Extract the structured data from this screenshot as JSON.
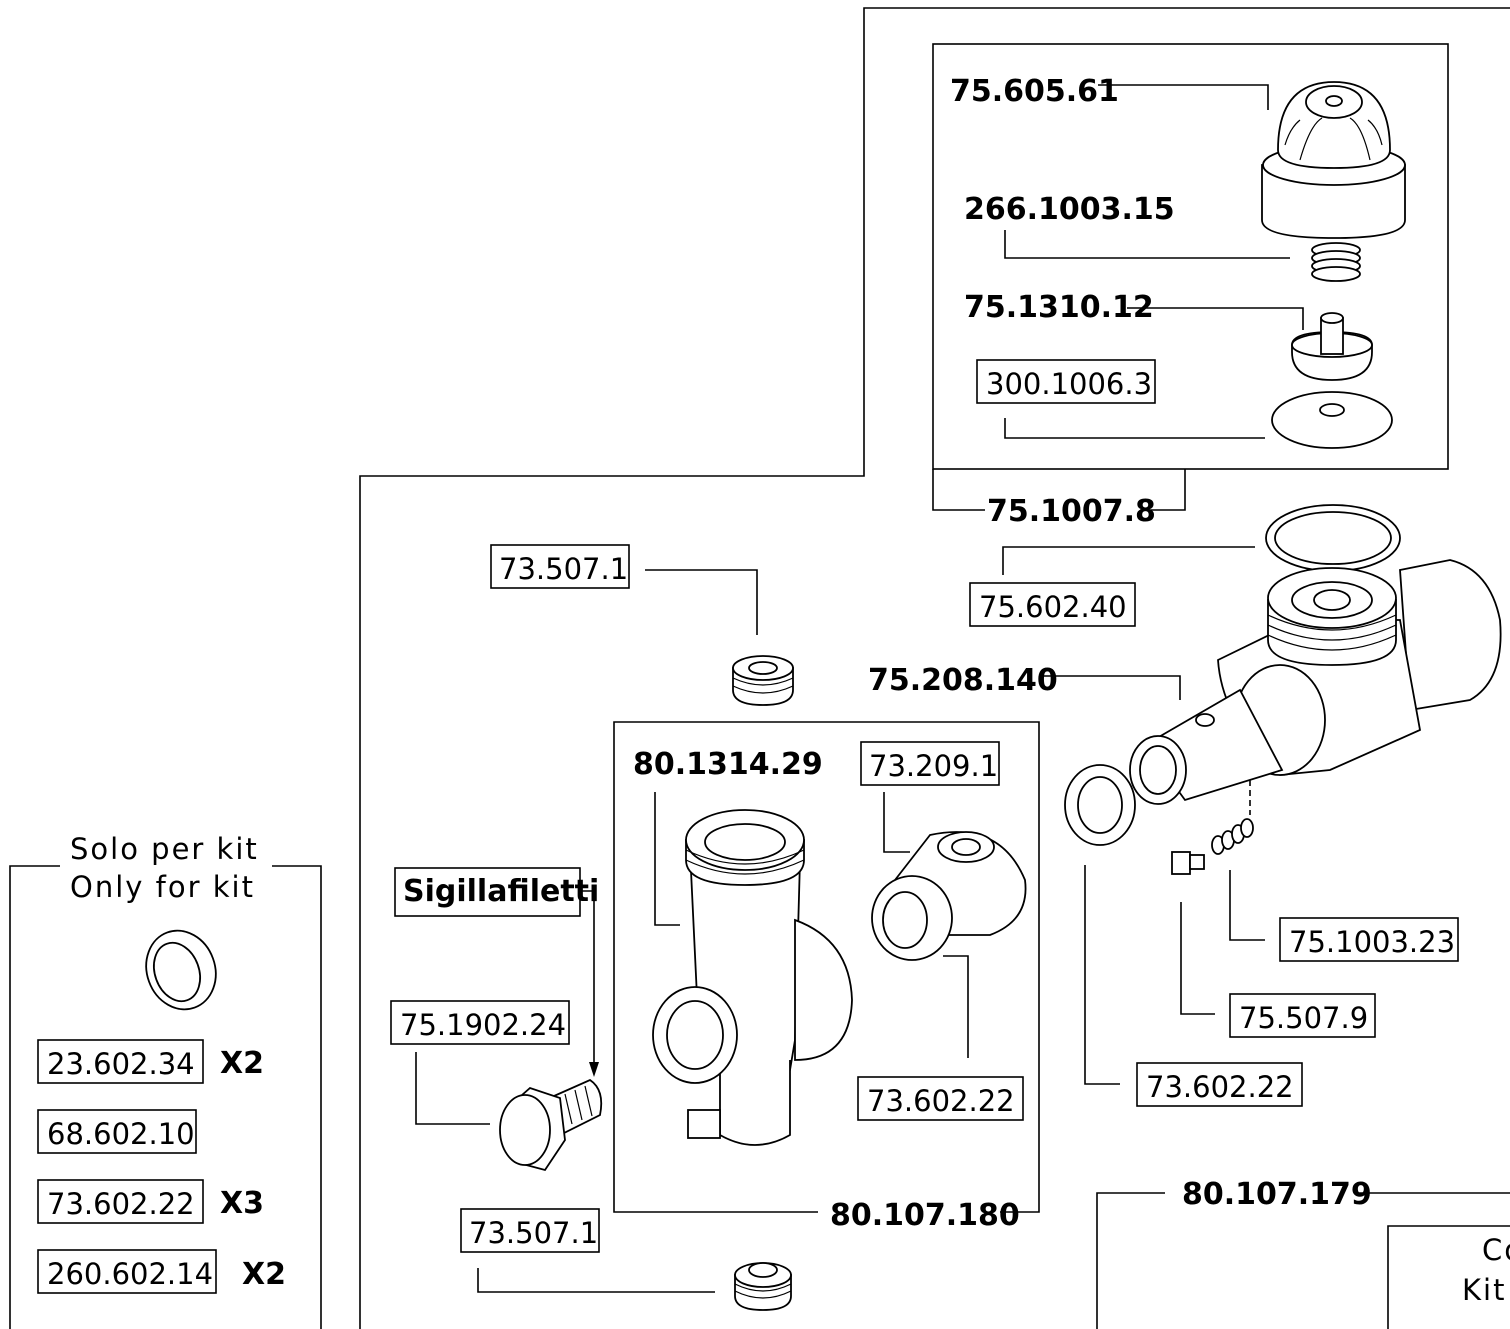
{
  "parts": {
    "p75_605_61": "75.605.61",
    "p266_1003_15": "266.1003.15",
    "p75_1310_12": "75.1310.12",
    "p300_1006_3": "300.1006.3",
    "p75_1007_8": "75.1007.8",
    "p75_602_40": "75.602.40",
    "p73_507_1_top": "73.507.1",
    "p75_208_140": "75.208.140",
    "p80_1314_29": "80.1314.29",
    "p73_209_1": "73.209.1",
    "sigillafiletti": "Sigillafiletti",
    "p75_1902_24": "75.1902.24",
    "p73_602_22_mid": "73.602.22",
    "p75_1003_23": "75.1003.23",
    "p75_507_9": "75.507.9",
    "p73_602_22_right": "73.602.22",
    "p80_107_180": "80.107.180",
    "p73_507_1_bottom": "73.507.1",
    "p80_107_179": "80.107.179"
  },
  "kit_panel": {
    "title_it": "Solo per kit",
    "title_en": "Only for kit",
    "items": [
      {
        "code": "23.602.34",
        "qty": "X2"
      },
      {
        "code": "68.602.10",
        "qty": ""
      },
      {
        "code": "73.602.22",
        "qty": "X3"
      },
      {
        "code": "260.602.14",
        "qty": "X2"
      }
    ]
  },
  "cut_off_panel": {
    "line1": "Co",
    "line2": "Kit"
  }
}
